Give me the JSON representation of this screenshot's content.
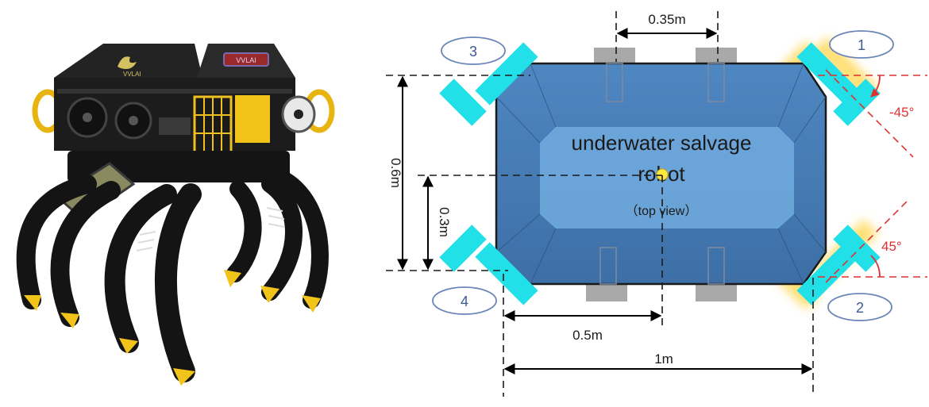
{
  "photo": {
    "logo_text": "VVLAI",
    "badge_text": "VVLAI"
  },
  "diagram": {
    "title_line1": "underwater salvage",
    "title_line2": "robot",
    "subtitle": "（top view）",
    "thrusters": [
      {
        "label": "1",
        "angle_label": "-45°"
      },
      {
        "label": "2",
        "angle_label": "45°"
      },
      {
        "label": "3"
      },
      {
        "label": "4"
      }
    ],
    "dimensions": {
      "top_spacing": "0.35m",
      "height": "0.6m",
      "half_height": "0.3m",
      "half_width": "0.5m",
      "width": "1m"
    }
  },
  "colors": {
    "body_fill": "#5b9bd5",
    "thruster": "#22e0e8",
    "angle": "#e03030",
    "label_circle_stroke": "#6a86b8",
    "label_text": "#3b5a9a",
    "glow": "#ffd54a"
  }
}
